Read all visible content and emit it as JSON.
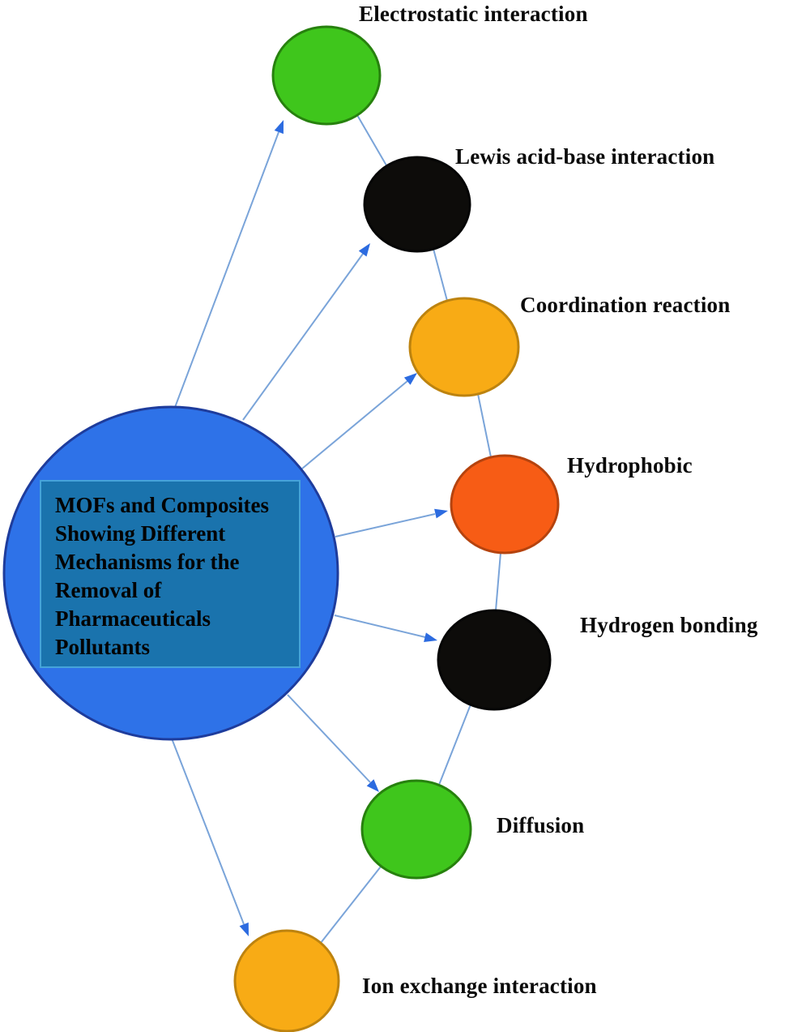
{
  "hub": {
    "lines": [
      "MOFs and Composites",
      "Showing Different",
      "Mechanisms for the",
      "Removal of",
      "Pharmaceuticals",
      "Pollutants"
    ],
    "circle_fill": "#2e72e8",
    "circle_stroke": "#1e3c9c",
    "box_fill": "#1a73ad",
    "box_stroke": "#46a3da"
  },
  "nodes": [
    {
      "id": "electrostatic",
      "label": "Electrostatic interaction",
      "color": "#3fc61c",
      "border": "#27810e"
    },
    {
      "id": "lewis",
      "label": "Lewis acid-base interaction",
      "color": "#0d0c0a",
      "border": "#050505"
    },
    {
      "id": "coordination",
      "label": "Coordination reaction",
      "color": "#f8ab15",
      "border": "#bd830f"
    },
    {
      "id": "hydrophobic",
      "label": "Hydrophobic",
      "color": "#f75c15",
      "border": "#b5430e"
    },
    {
      "id": "hydrogen",
      "label": "Hydrogen bonding",
      "color": "#0d0c0a",
      "border": "#050505"
    },
    {
      "id": "diffusion",
      "label": "Diffusion",
      "color": "#3fc61c",
      "border": "#27810e"
    },
    {
      "id": "ion-exchange",
      "label": "Ion exchange interaction",
      "color": "#f8ab15",
      "border": "#bd830f"
    }
  ],
  "connectors": {
    "color": "#7aa4d9",
    "arrowhead_color": "#2c6be0"
  },
  "background": "#ffffff"
}
